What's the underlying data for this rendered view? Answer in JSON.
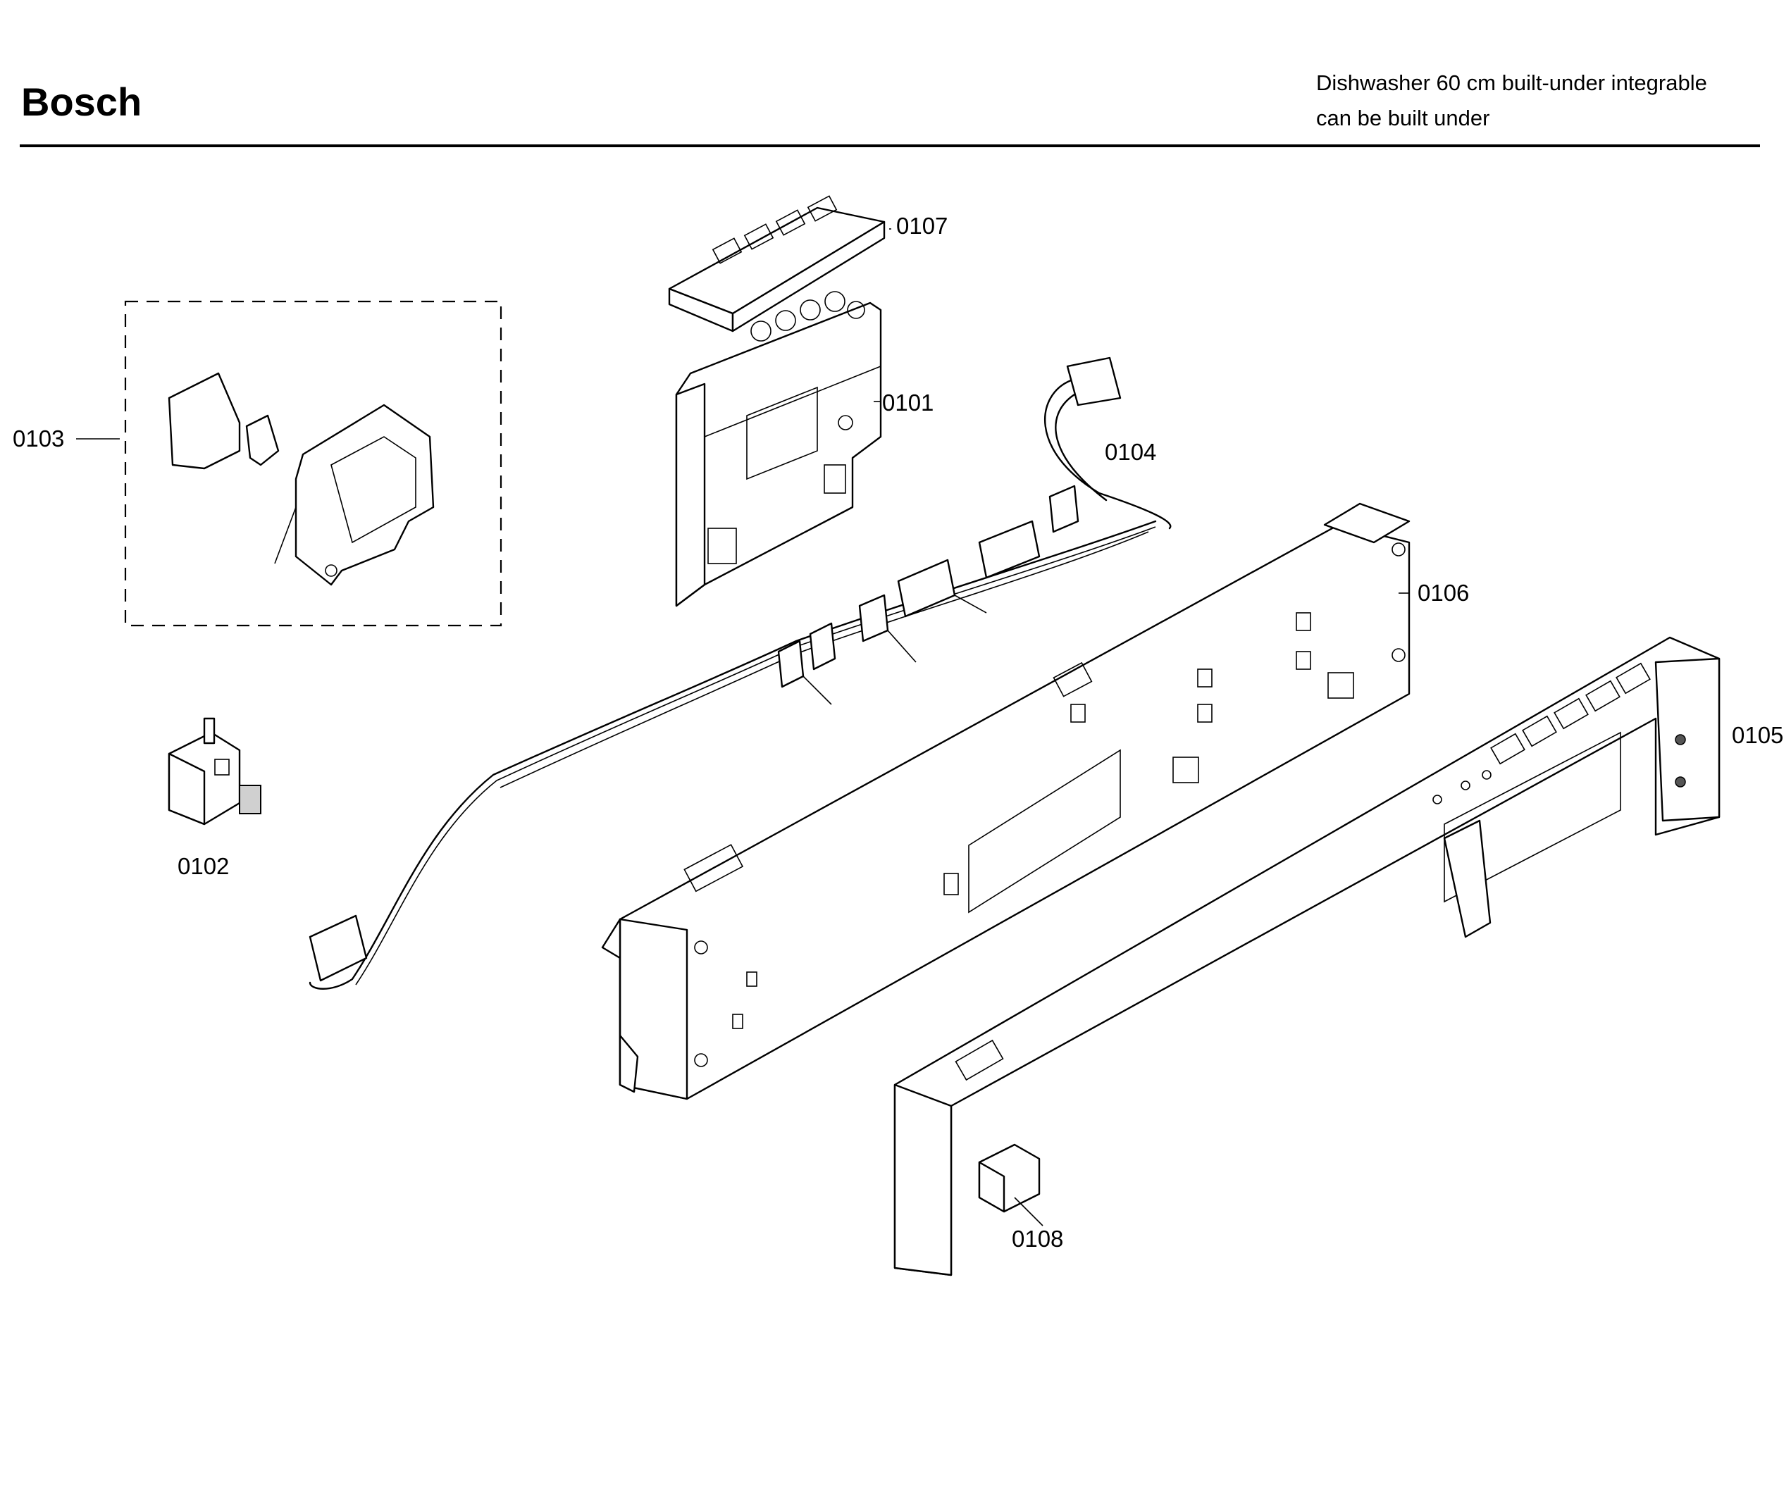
{
  "header": {
    "brand": "Bosch",
    "subtitle_line1": "Dishwasher 60 cm built-under integrable",
    "subtitle_line2": "can be built under"
  },
  "parts": [
    {
      "label": "0101"
    },
    {
      "label": "0102"
    },
    {
      "label": "0103"
    },
    {
      "label": "0104"
    },
    {
      "label": "0105"
    },
    {
      "label": "0106"
    },
    {
      "label": "0107"
    },
    {
      "label": "0108"
    }
  ]
}
